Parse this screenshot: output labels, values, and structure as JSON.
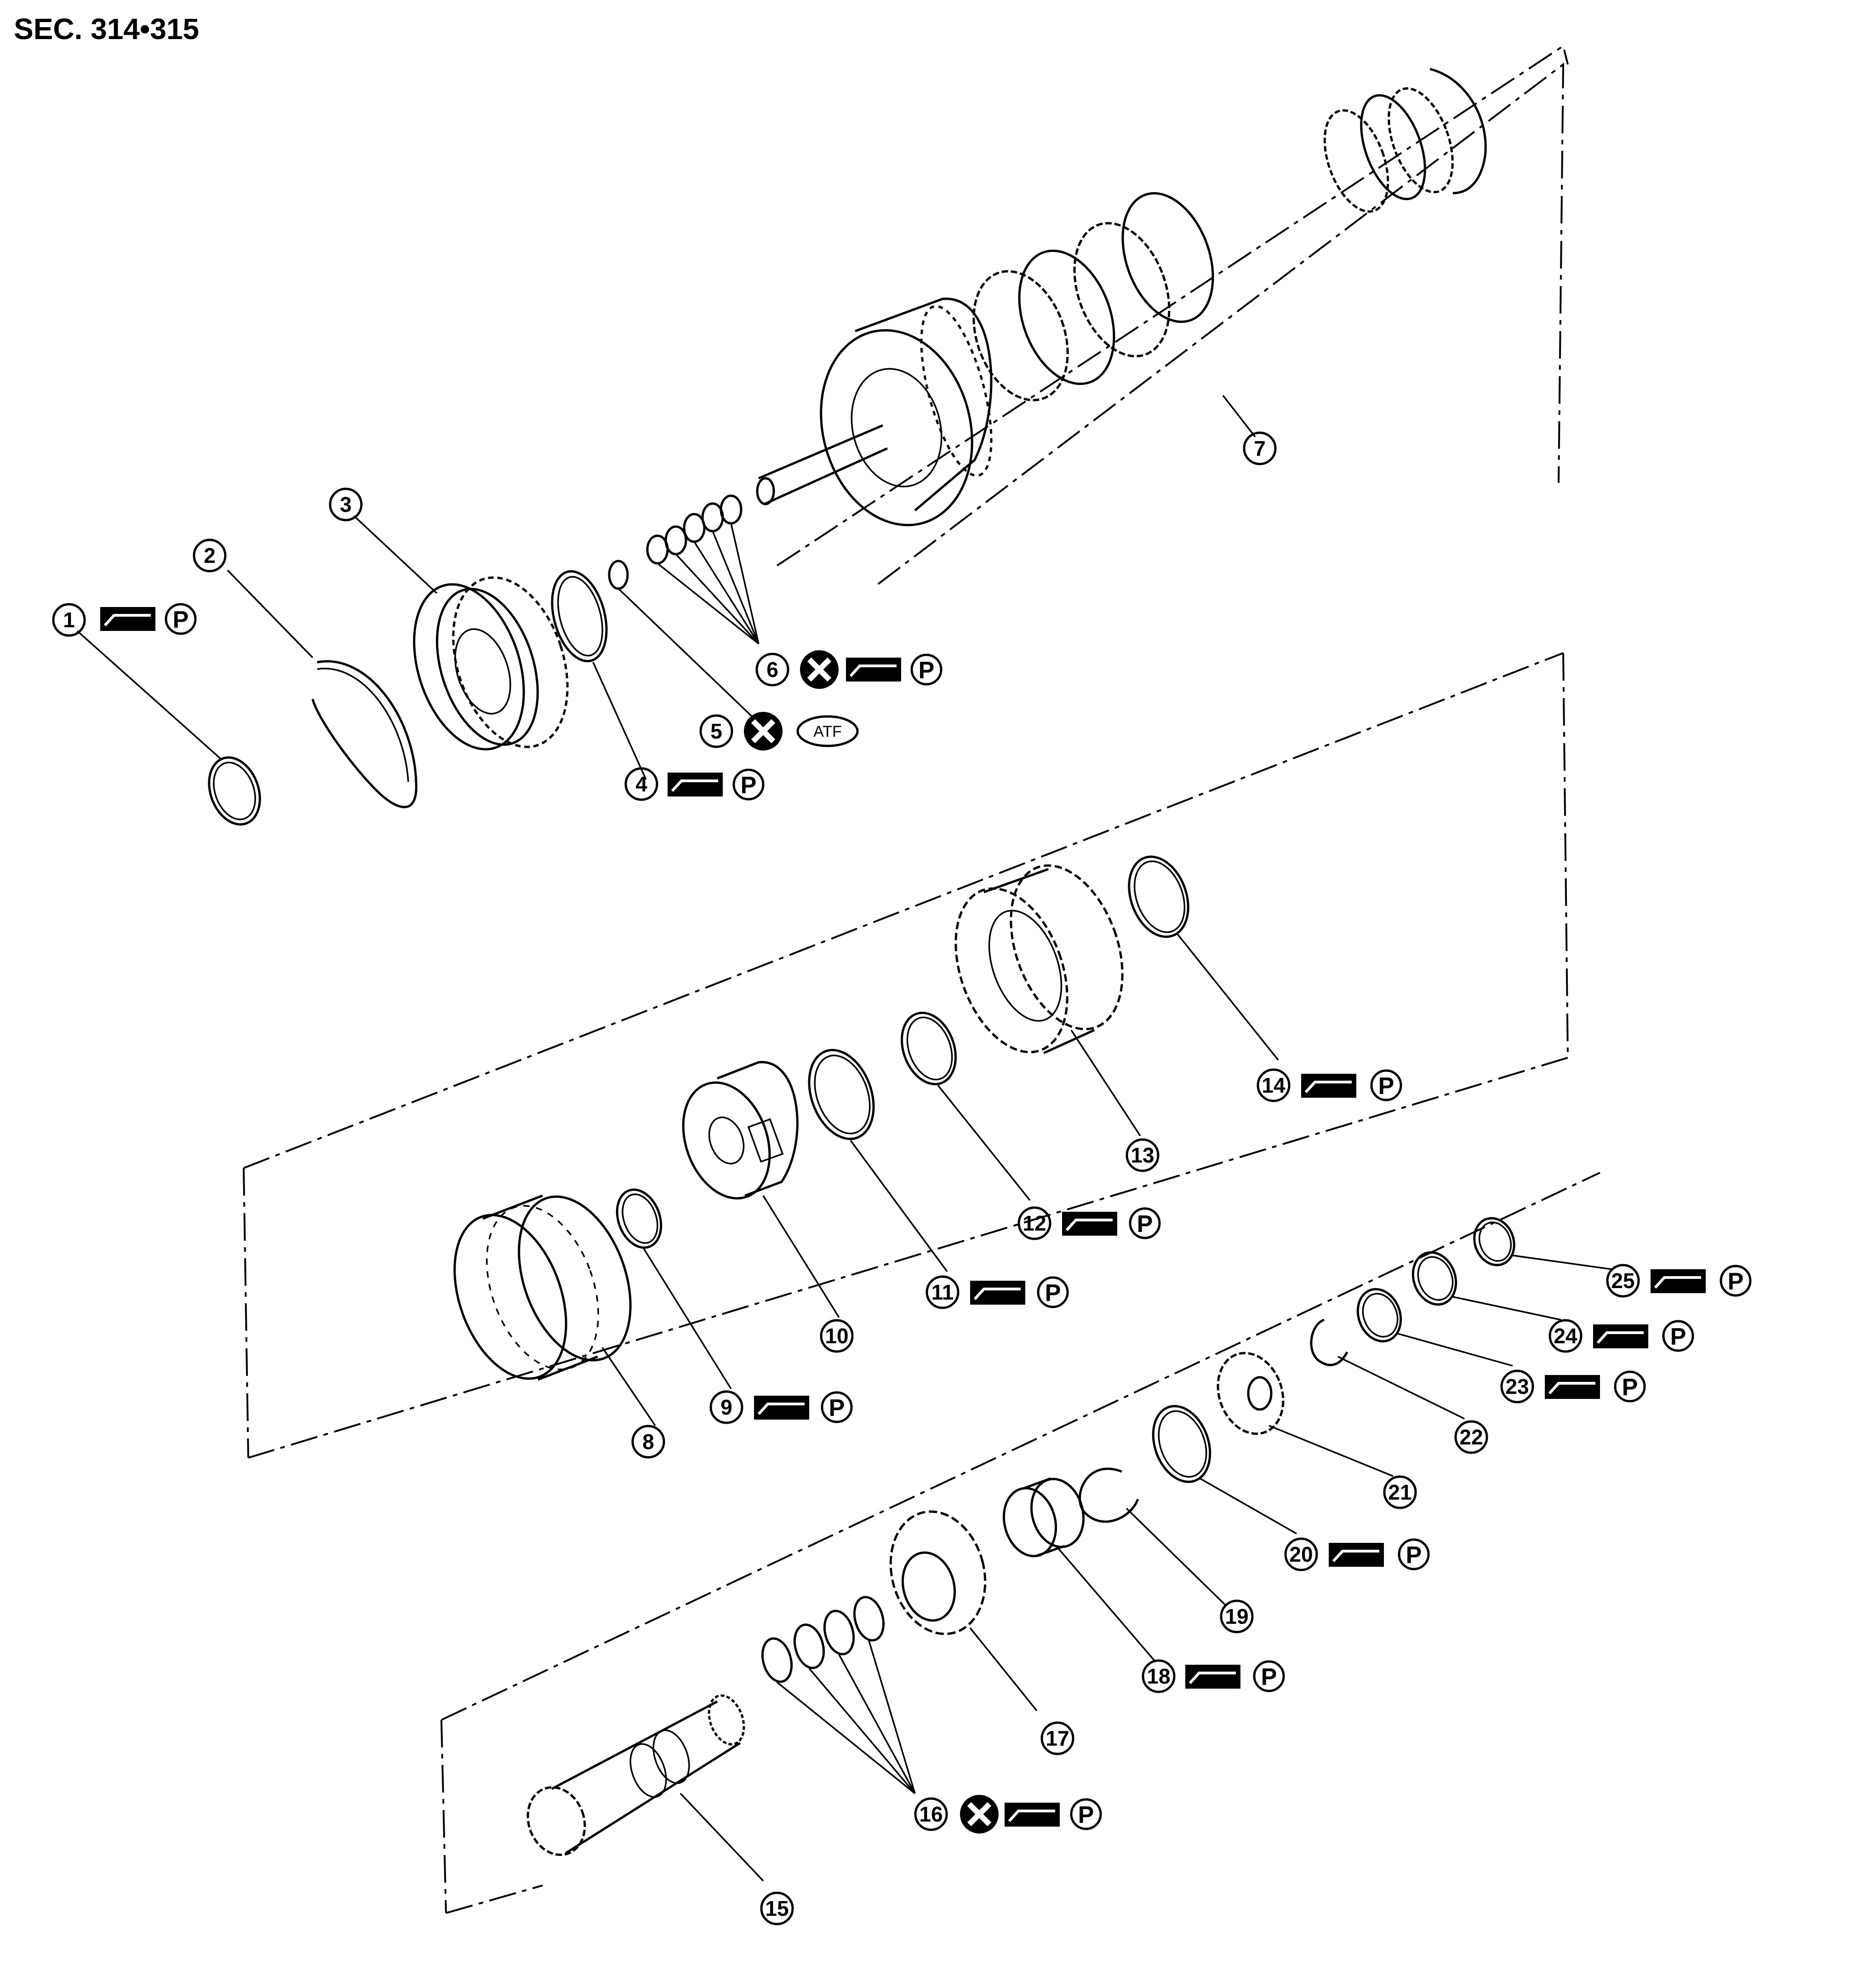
{
  "header": {
    "section": "SEC. 314•315"
  },
  "callouts": [
    {
      "num": "1",
      "symbols": [
        "sealant-icon",
        "p-icon"
      ]
    },
    {
      "num": "2",
      "symbols": []
    },
    {
      "num": "3",
      "symbols": []
    },
    {
      "num": "4",
      "symbols": [
        "sealant-icon",
        "p-icon"
      ]
    },
    {
      "num": "5",
      "symbols": [
        "x-icon",
        "atf-icon"
      ]
    },
    {
      "num": "6",
      "symbols": [
        "x-icon",
        "sealant-icon",
        "p-icon"
      ]
    },
    {
      "num": "7",
      "symbols": []
    },
    {
      "num": "8",
      "symbols": []
    },
    {
      "num": "9",
      "symbols": [
        "sealant-icon",
        "p-icon"
      ]
    },
    {
      "num": "10",
      "symbols": []
    },
    {
      "num": "11",
      "symbols": [
        "sealant-icon",
        "p-icon"
      ]
    },
    {
      "num": "12",
      "symbols": [
        "sealant-icon",
        "p-icon"
      ]
    },
    {
      "num": "13",
      "symbols": []
    },
    {
      "num": "14",
      "symbols": [
        "sealant-icon",
        "p-icon"
      ]
    },
    {
      "num": "15",
      "symbols": []
    },
    {
      "num": "16",
      "symbols": [
        "x-icon",
        "sealant-icon",
        "p-icon"
      ]
    },
    {
      "num": "17",
      "symbols": []
    },
    {
      "num": "18",
      "symbols": [
        "sealant-icon",
        "p-icon"
      ]
    },
    {
      "num": "19",
      "symbols": []
    },
    {
      "num": "20",
      "symbols": [
        "sealant-icon",
        "p-icon"
      ]
    },
    {
      "num": "21",
      "symbols": []
    },
    {
      "num": "22",
      "symbols": []
    },
    {
      "num": "23",
      "symbols": [
        "sealant-icon",
        "p-icon"
      ]
    },
    {
      "num": "24",
      "symbols": [
        "sealant-icon",
        "p-icon"
      ]
    },
    {
      "num": "25",
      "symbols": [
        "sealant-icon",
        "p-icon"
      ]
    }
  ],
  "symbols": {
    "atf": "ATF",
    "p": "P"
  }
}
